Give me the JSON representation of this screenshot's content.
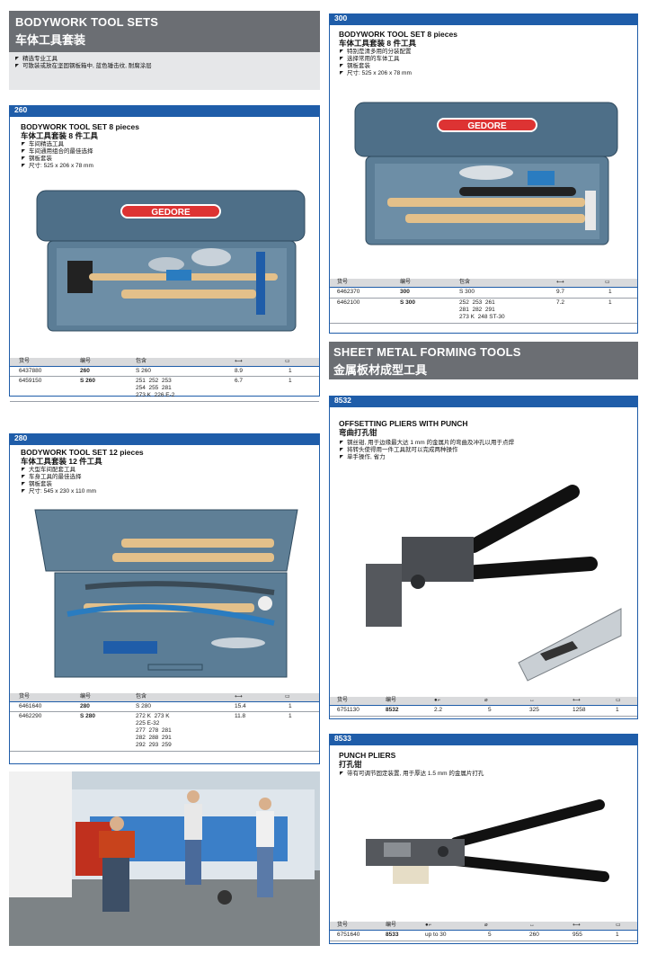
{
  "sections": {
    "bodywork": {
      "title_en": "BODYWORK TOOL SETS",
      "title_zh": "车体工具套装",
      "bullets": [
        "精选专业工具",
        "可散装或放在坚固钢板箱中, 蓝色锤击纹, 耐腐涂层"
      ]
    },
    "sheet_metal": {
      "title_en": "SHEET METAL FORMING TOOLS",
      "title_zh": "金属板材成型工具"
    }
  },
  "table_header_labels": {
    "col1": "货号",
    "col2": "编号",
    "col3": "包含"
  },
  "products": {
    "p260": {
      "code": "260",
      "title_en": "BODYWORK TOOL SET 8 pieces",
      "title_zh": "车体工具套装 8 件工具",
      "bullets": [
        "车间精选工具",
        "车间通用组合的最佳选择",
        "钢板套装",
        "尺寸: 525 x 206 x 78 mm"
      ],
      "box_brand": "GEDORE",
      "rows": [
        {
          "art": "6437880",
          "no": "260",
          "contains": "S 260",
          "weight": "8.9",
          "qty": "1"
        },
        {
          "art": "6459150",
          "no": "S 260",
          "contains": "251  252  253\n254  255  281\n273 K  226 E-2",
          "weight": "6.7",
          "qty": "1"
        }
      ]
    },
    "p280": {
      "code": "280",
      "title_en": "BODYWORK TOOL SET 12 pieces",
      "title_zh": "车体工具套装 12 件工具",
      "bullets": [
        "大型车间配套工具",
        "车身工具的最佳选择",
        "钢板套装",
        "尺寸: 545 x 230 x 110 mm"
      ],
      "rows": [
        {
          "art": "6461640",
          "no": "280",
          "contains": "S 280",
          "weight": "15.4",
          "qty": "1"
        },
        {
          "art": "6462290",
          "no": "S 280",
          "contains": "272 K  273 K\n225 E-32\n277  278  281\n282  288  291\n292  293  259",
          "weight": "11.8",
          "qty": "1"
        }
      ]
    },
    "p300": {
      "code": "300",
      "title_en": "BODYWORK TOOL SET 8 pieces",
      "title_zh": "车体工具套装 8 件工具",
      "bullets": [
        "特别是清多用的分装配置",
        "选择常用的车体工具",
        "钢板套装",
        "尺寸: 525 x 206 x 78 mm"
      ],
      "box_brand": "GEDORE",
      "rows": [
        {
          "art": "6462370",
          "no": "300",
          "contains": "S 300",
          "weight": "9.7",
          "qty": "1"
        },
        {
          "art": "6462100",
          "no": "S 300",
          "contains": "252  253  261\n281  282  291\n273 K  248 ST-30",
          "weight": "7.2",
          "qty": "1"
        }
      ]
    },
    "p8532": {
      "code": "8532",
      "title_en": "OFFSETTING PLIERS WITH PUNCH",
      "title_zh": "弯曲打孔钳",
      "bullets": [
        "钢丝钳, 用于边缘最大达 1 mm 的金属片的弯曲及冲孔以用于点焊",
        "将转头使得用一件工具就可以完成两种操作",
        "单手操作, 省力"
      ],
      "row": {
        "art": "6751130",
        "no": "8532",
        "c3": "2.2",
        "c4": "5",
        "c5": "325",
        "c6": "1258",
        "c7": "1"
      }
    },
    "p8533": {
      "code": "8533",
      "title_en": "PUNCH PLIERS",
      "title_zh": "打孔钳",
      "bullets": [
        "带有可调节固定装置, 用于厚达 1.5 mm 的金属片打孔"
      ],
      "row": {
        "art": "6751640",
        "no": "8533",
        "c3": "up to 30",
        "c4": "5",
        "c5": "260",
        "c6": "955",
        "c7": "1"
      }
    }
  },
  "icons": {
    "weight": "weight-icon",
    "qty": "box-icon",
    "thickness": "thickness-icon",
    "diameter": "diameter-icon",
    "length": "length-icon"
  },
  "colors": {
    "brand_blue": "#1f5da9",
    "header_gray": "#6b6e73",
    "box_blue": "#4f6f86"
  }
}
